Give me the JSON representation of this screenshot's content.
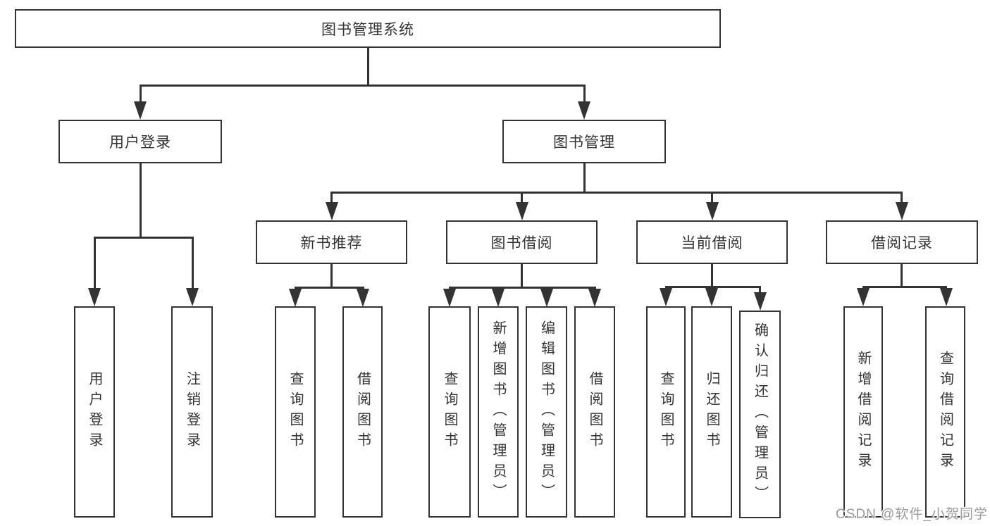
{
  "diagram": {
    "title": "图书管理系统",
    "root": {
      "label": "图书管理系统"
    },
    "level2": [
      {
        "label": "用户登录"
      },
      {
        "label": "图书管理"
      }
    ],
    "level3": [
      {
        "label": "新书推荐"
      },
      {
        "label": "图书借阅"
      },
      {
        "label": "当前借阅"
      },
      {
        "label": "借阅记录"
      }
    ],
    "leaves": {
      "user_login_group": [
        "用户登录",
        "注销登录"
      ],
      "new_book_group": [
        "查询图书",
        "借阅图书"
      ],
      "book_borrowing_group": [
        "查询图书",
        "新增图书（管理员）",
        "编辑图书（管理员）",
        "借阅图书"
      ],
      "current_borrowing_group": [
        "查询图书",
        "归还图书",
        "确认归还（管理员）"
      ],
      "borrowing_records_group": [
        "新增借阅记录",
        "查询借阅记录"
      ]
    }
  },
  "watermark": {
    "text": "CSDN @软件_小贺同学"
  },
  "colors": {
    "line": "#333333",
    "text": "#333333",
    "watermark": "#9b9b9b",
    "background": "#ffffff"
  }
}
